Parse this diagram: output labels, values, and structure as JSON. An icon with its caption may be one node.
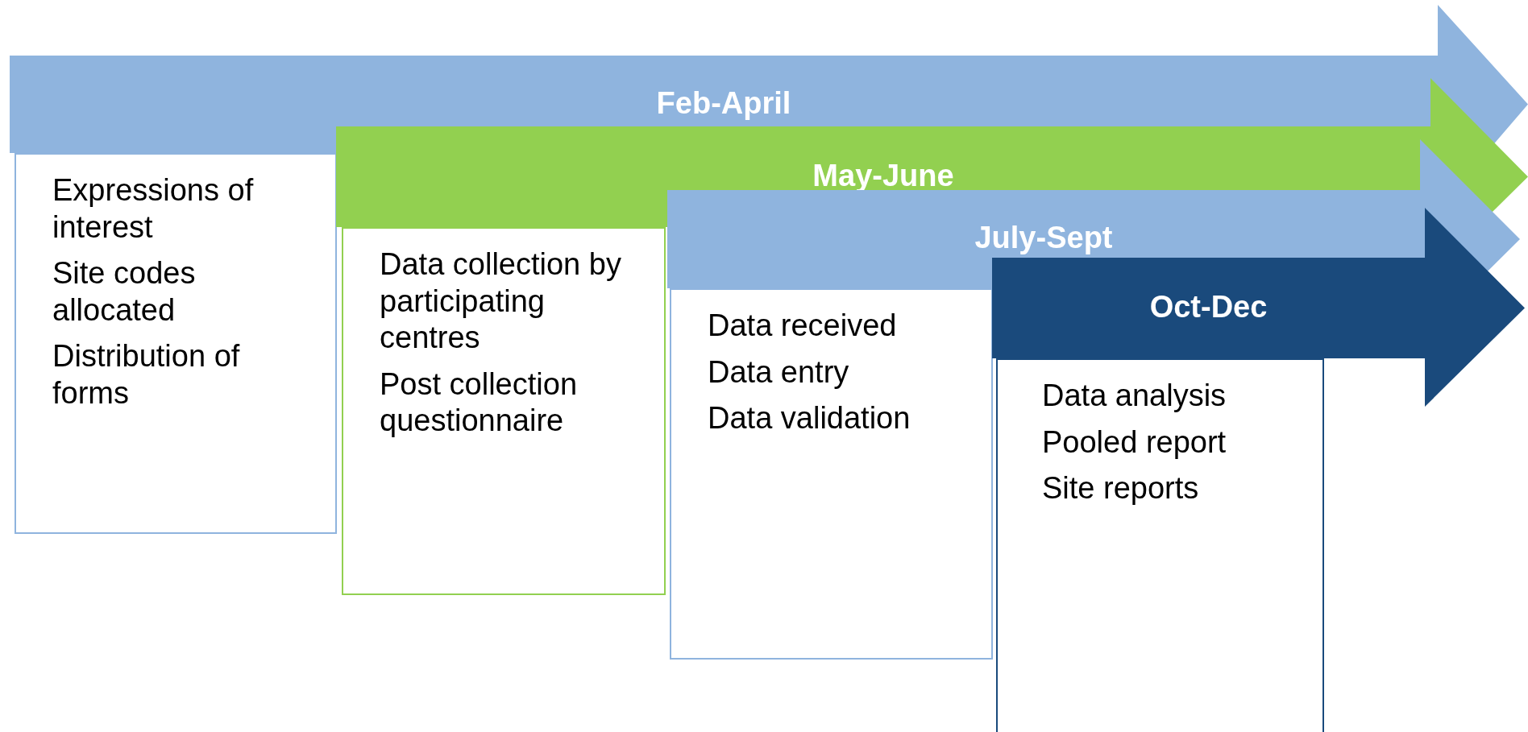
{
  "diagram": {
    "nodes": [
      {
        "text": [
          "Feb-April"
        ]
      },
      {
        "text": [
          "Expressions of interest",
          "Site codes allocated",
          "Distribution of forms"
        ]
      },
      {
        "text": [
          "May-June"
        ]
      },
      {
        "text": [
          "Data collection by participating centres",
          "Post collection questionnaire"
        ]
      },
      {
        "text": [
          "July-Sept"
        ]
      },
      {
        "text": [
          "Data received",
          "Data entry",
          "Data validation"
        ]
      },
      {
        "text": [
          "Oct-Dec"
        ]
      },
      {
        "text": [
          "Data analysis",
          "Pooled report",
          "Site reports"
        ]
      }
    ],
    "edges": []
  }
}
